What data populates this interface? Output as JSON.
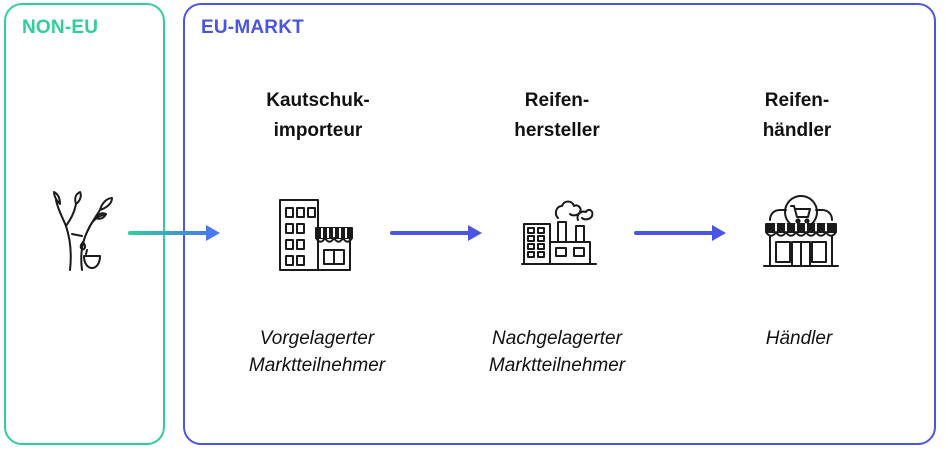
{
  "colors": {
    "non_eu": "#2fcf98",
    "eu": "#4a55e6",
    "arrow_gradient_start": "#2fcf98",
    "arrow_gradient_end": "#4a78ef",
    "icon": "#1a1a1a"
  },
  "regions": {
    "non_eu": {
      "label": "NON-EU"
    },
    "eu": {
      "label": "EU-MARKT"
    }
  },
  "actors": [
    {
      "heading": [
        "Kautschuk-",
        "importeur"
      ],
      "role": [
        "Vorgelagerter",
        "Marktteilnehmer"
      ],
      "icon": "store-building-icon"
    },
    {
      "heading": [
        "Reifen-",
        "hersteller"
      ],
      "role": [
        "Nachgelagerter",
        "Marktteilnehmer"
      ],
      "icon": "factory-icon"
    },
    {
      "heading": [
        "Reifen-",
        "händler"
      ],
      "role": [
        "Händler"
      ],
      "icon": "shop-cart-icon"
    }
  ],
  "source_icon": "rubber-tree-tapping-icon"
}
